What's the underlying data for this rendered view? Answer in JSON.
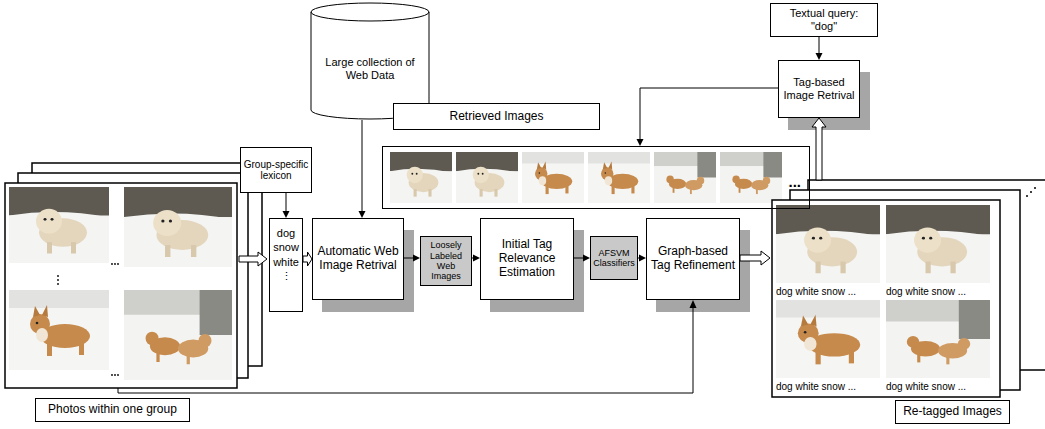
{
  "diagram": {
    "nodes": [
      {
        "text": [
          "Textual query: \"dog\""
        ]
      },
      {
        "text": [
          "Large collection of Web Data"
        ]
      },
      {
        "text": [
          "Tag-based Image Retrival"
        ]
      },
      {
        "text": [
          "Retrieved Images"
        ]
      },
      {
        "text": [
          "..."
        ]
      },
      {
        "text": [
          "Group-specific lexicon"
        ]
      },
      {
        "text": [
          "dog",
          "snow",
          "white",
          "⋮"
        ]
      },
      {
        "text": [
          "Automatic Web Image Retrival"
        ]
      },
      {
        "text": [
          "Loosely Labeled Web Images"
        ]
      },
      {
        "text": [
          "Initial Tag Relevance Estimation"
        ]
      },
      {
        "text": [
          "AFSVM Classifiers"
        ]
      },
      {
        "text": [
          "Graph-based Tag Refinement"
        ]
      },
      {
        "text": [
          "dog white snow ...",
          "dog white snow ...",
          "dog white snow ...",
          "dog white snow ..."
        ]
      },
      {
        "text": [
          "Photos within one group"
        ]
      },
      {
        "text": [
          "Re-tagged Images"
        ]
      }
    ],
    "edges": [
      {
        "from": 0,
        "to": 2,
        "arrow": "to"
      },
      {
        "from": 2,
        "to": 4,
        "arrow": "to"
      },
      {
        "from": 1,
        "to": 7,
        "arrow": "to"
      },
      {
        "from": 5,
        "to": 6,
        "arrow": "to"
      },
      {
        "from": 6,
        "to": 7,
        "arrow": "to"
      },
      {
        "from": 7,
        "to": 8,
        "arrow": "to"
      },
      {
        "from": 8,
        "to": 9,
        "arrow": "to"
      },
      {
        "from": 9,
        "to": 10,
        "arrow": "to"
      },
      {
        "from": 10,
        "to": 11,
        "arrow": "to"
      },
      {
        "from": 11,
        "to": 12,
        "arrow": "to"
      },
      {
        "from": 12,
        "to": 2,
        "arrow": "to"
      }
    ]
  }
}
